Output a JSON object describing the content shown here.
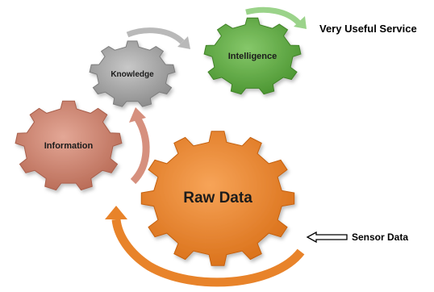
{
  "gears": {
    "raw_data": {
      "label": "Raw Data",
      "color": "#e8832a"
    },
    "information": {
      "label": "Information",
      "color": "#c9806e"
    },
    "knowledge": {
      "label": "Knowledge",
      "color": "#9a9a9a"
    },
    "intelligence": {
      "label": "Intelligence",
      "color": "#5aa33b"
    }
  },
  "labels": {
    "output": "Very Useful Service",
    "input": "Sensor Data"
  },
  "colors": {
    "arrow_orange": "#e8832a",
    "arrow_salmon": "#d6907e",
    "arrow_grey": "#b9b9b9",
    "arrow_green": "#9bd38a"
  }
}
